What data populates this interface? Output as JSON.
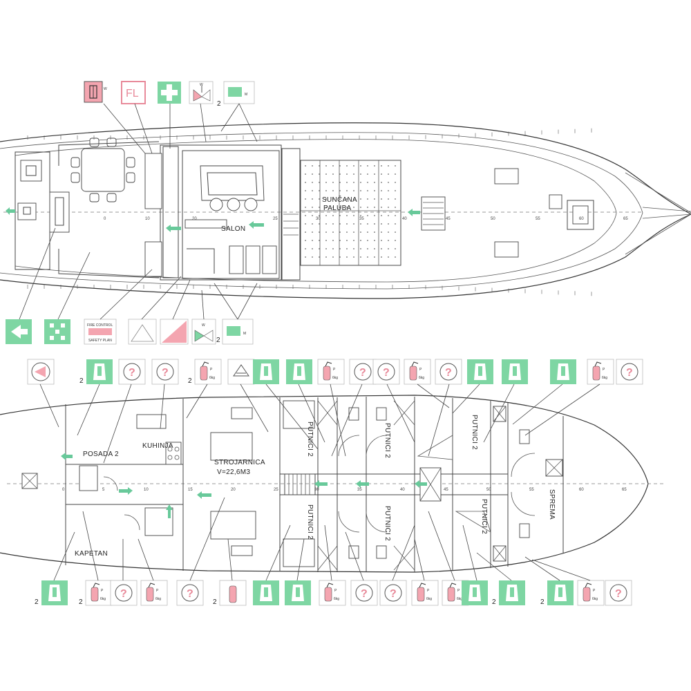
{
  "upper_deck": {
    "labels": {
      "salon": "SALON",
      "sunbathing_deck": [
        "SUNČANA",
        "PALUBA"
      ]
    },
    "frame_numbers": [
      "0",
      "10",
      "20",
      "25",
      "30",
      "35",
      "40",
      "45",
      "50",
      "55",
      "60",
      "65"
    ],
    "legend_top": [
      {
        "icon": "fire-hose-icon",
        "suffix": "W"
      },
      {
        "icon": "fire-locker-icon",
        "text": "FL"
      },
      {
        "icon": "first-aid-icon"
      },
      {
        "icon": "fire-valve-icon",
        "suffix": "W"
      },
      {
        "icon": "manual-alarm-icon",
        "count": "2",
        "suffix": "M"
      }
    ],
    "legend_bottom": [
      {
        "icon": "escape-route-icon"
      },
      {
        "icon": "assembly-station-icon"
      },
      {
        "icon": "fire-control-plan-icon",
        "line1": "FIRE CONTROL",
        "line2": "SAFETY PLAN"
      },
      {
        "icon": "emergency-exit-icon"
      },
      {
        "icon": "fire-damper-icon"
      },
      {
        "icon": "fire-valve-icon",
        "suffix": "W"
      },
      {
        "icon": "manual-alarm-icon",
        "count": "2",
        "suffix": "M"
      }
    ]
  },
  "lower_deck": {
    "labels": {
      "crew": "POSADA 2",
      "galley": "KUHINJA",
      "engine_room": [
        "STROJARNICA",
        "V=22,6M3"
      ],
      "captain": "KAPETAN",
      "storage": "SPREMA",
      "pax_1": "PUTNICI 2",
      "pax_2": "PUTNICI 2",
      "pax_3": "PUTNICI 2",
      "pax_4": "PUTNICI 2",
      "pax_5": "PUTNICI 2",
      "pax_6": "PUTNICI 2"
    },
    "frame_numbers": [
      "0",
      "5",
      "10",
      "15",
      "20",
      "25",
      "30",
      "35",
      "40",
      "45",
      "50",
      "55",
      "60",
      "65"
    ],
    "extinguisher_text": "6kg",
    "extinguisher_grade": "P",
    "count_two": "2",
    "top_symbols": [
      {
        "icon": "fire-alarm-bell-icon"
      },
      {
        "icon": "lifejacket-icon",
        "count": "2"
      },
      {
        "icon": "question-sign-icon"
      },
      {
        "icon": "question-sign-icon"
      },
      {
        "icon": "fire-extinguisher-icon",
        "count": "2"
      },
      {
        "icon": "gas-detector-icon"
      },
      {
        "icon": "lifejacket-icon"
      },
      {
        "icon": "lifejacket-icon"
      },
      {
        "icon": "fire-extinguisher-icon"
      },
      {
        "icon": "question-sign-icon"
      },
      {
        "icon": "question-sign-icon"
      },
      {
        "icon": "fire-extinguisher-icon"
      },
      {
        "icon": "question-sign-icon"
      },
      {
        "icon": "lifejacket-icon"
      },
      {
        "icon": "lifejacket-icon"
      },
      {
        "icon": "lifejacket-icon"
      },
      {
        "icon": "fire-extinguisher-icon"
      },
      {
        "icon": "question-sign-icon"
      }
    ],
    "bottom_symbols": [
      {
        "icon": "lifejacket-icon",
        "count": "2"
      },
      {
        "icon": "fire-extinguisher-icon",
        "count": "2"
      },
      {
        "icon": "question-sign-icon"
      },
      {
        "icon": "fire-extinguisher-icon"
      },
      {
        "icon": "question-sign-icon"
      },
      {
        "icon": "co2-bottle-icon",
        "count": "2"
      },
      {
        "icon": "lifejacket-icon"
      },
      {
        "icon": "lifejacket-icon"
      },
      {
        "icon": "fire-extinguisher-icon"
      },
      {
        "icon": "question-sign-icon"
      },
      {
        "icon": "question-sign-icon"
      },
      {
        "icon": "fire-extinguisher-icon"
      },
      {
        "icon": "fire-extinguisher-icon"
      },
      {
        "icon": "lifejacket-icon"
      },
      {
        "icon": "lifejacket-icon",
        "count": "2"
      },
      {
        "icon": "lifejacket-icon",
        "count": "2"
      },
      {
        "icon": "fire-extinguisher-icon"
      },
      {
        "icon": "question-sign-icon"
      }
    ]
  },
  "colors": {
    "safety_green": "#7ed6a3",
    "fire_red": "#f4a5b0",
    "line": "#444444"
  }
}
